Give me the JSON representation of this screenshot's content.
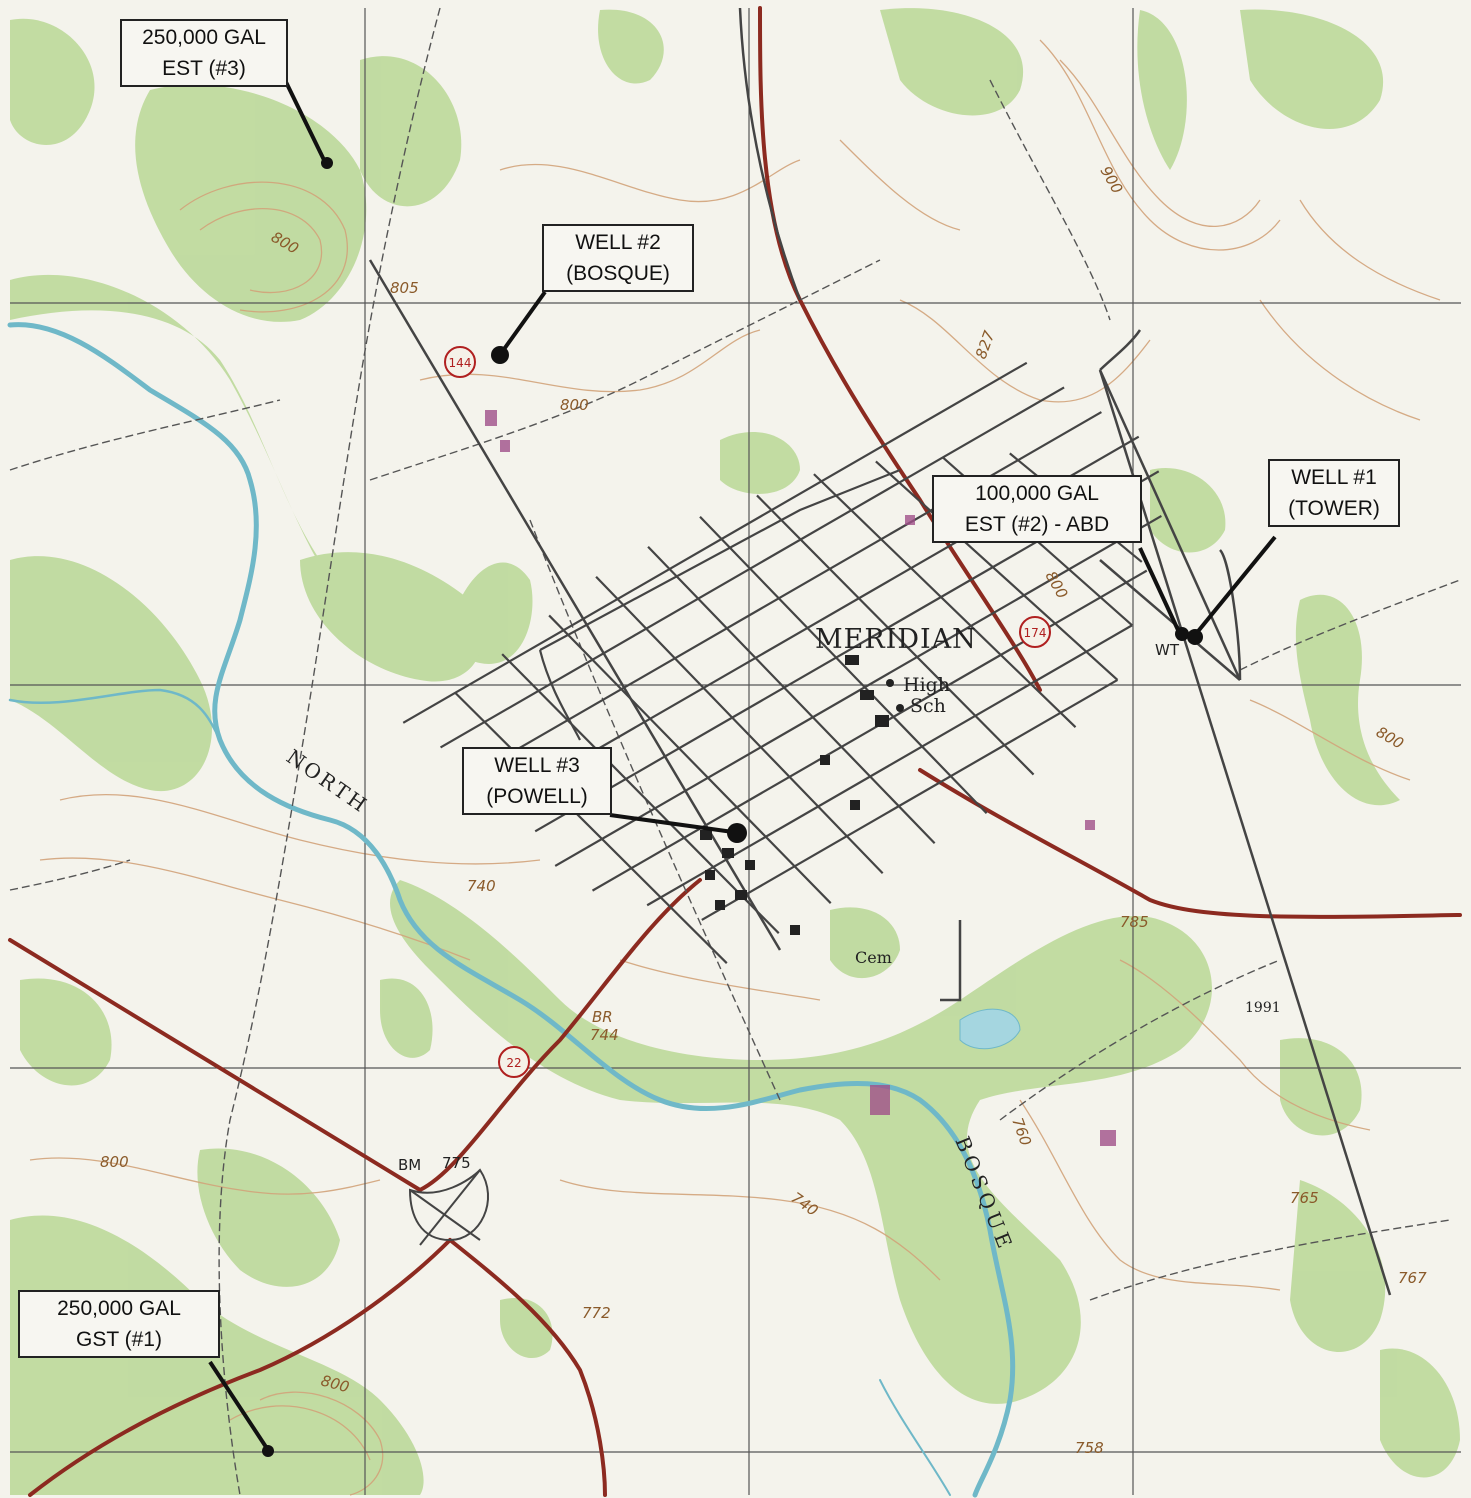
{
  "map": {
    "town_name": "MERIDIAN",
    "school_label_line1": "High",
    "school_label_line2": "Sch",
    "cemetery_label": "Cem",
    "river_label_north": "NORTH",
    "river_label_bosque": "BOSQUE",
    "tower_abbrev": "WT",
    "benchmark_label": "BM",
    "bridge_label_line1": "BR",
    "bridge_label_line2": "744",
    "year_label": "1991",
    "highways": [
      "144",
      "174",
      "22"
    ],
    "elevations": [
      "805",
      "800",
      "900",
      "800",
      "827",
      "740",
      "785",
      "765",
      "767",
      "775",
      "772",
      "740",
      "760",
      "800",
      "800",
      "800",
      "758",
      "800"
    ],
    "colors": {
      "vegetation": "#bcd99a",
      "river": "#6fb8c8",
      "contour": "#d2a37a",
      "road": "#444444",
      "highway": "#8c2a20",
      "grid": "#555555",
      "callout_border": "#222222"
    }
  },
  "callouts": {
    "est3": {
      "line1": "250,000 GAL",
      "line2": "EST (#3)"
    },
    "well2": {
      "line1": "WELL #2",
      "line2": "(BOSQUE)"
    },
    "est2": {
      "line1": "100,000 GAL",
      "line2": "EST (#2) - ABD"
    },
    "well1": {
      "line1": "WELL #1",
      "line2": "(TOWER)"
    },
    "well3": {
      "line1": "WELL #3",
      "line2": "(POWELL)"
    },
    "gst1": {
      "line1": "250,000 GAL",
      "line2": "GST (#1)"
    }
  }
}
